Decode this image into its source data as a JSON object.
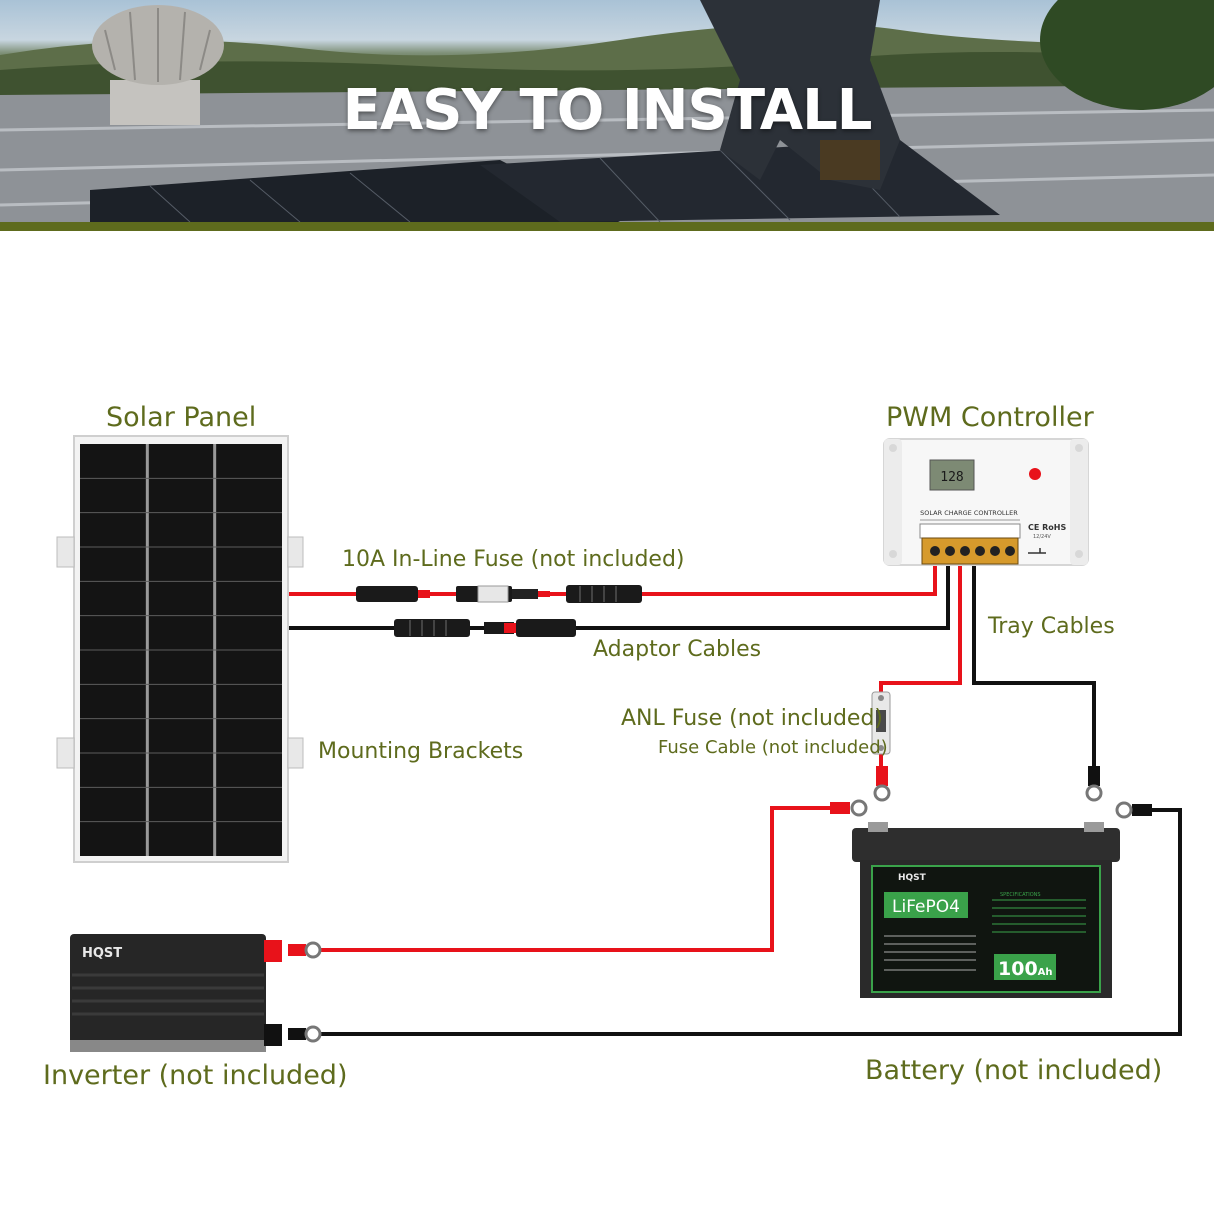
{
  "header": {
    "title": "EASY TO INSTALL"
  },
  "labels": {
    "solar_panel": "Solar Panel",
    "pwm_controller": "PWM Controller",
    "inline_fuse": "10A In-Line Fuse (not included)",
    "adaptor_cables": "Adaptor Cables",
    "tray_cables": "Tray Cables",
    "anl_fuse": "ANL Fuse (not included)",
    "fuse_cable": "Fuse Cable (not included)",
    "mounting_brackets": "Mounting Brackets",
    "inverter": "Inverter (not included)",
    "battery": "Battery (not included)"
  },
  "controller": {
    "display": "128",
    "name": "SOLAR CHARGE CONTROLLER",
    "cert": "CE RoHS",
    "voltage": "12/24V"
  },
  "battery_unit": {
    "brand": "HQST",
    "chemistry": "LiFePO4",
    "capacity": "100",
    "unit": "Ah",
    "spec_title": "SPECIFICATIONS"
  },
  "inverter_unit": {
    "brand": "HQST"
  },
  "colors": {
    "accent": "#5e6b1d",
    "positive_wire": "#e8121a",
    "negative_wire": "#111111"
  }
}
